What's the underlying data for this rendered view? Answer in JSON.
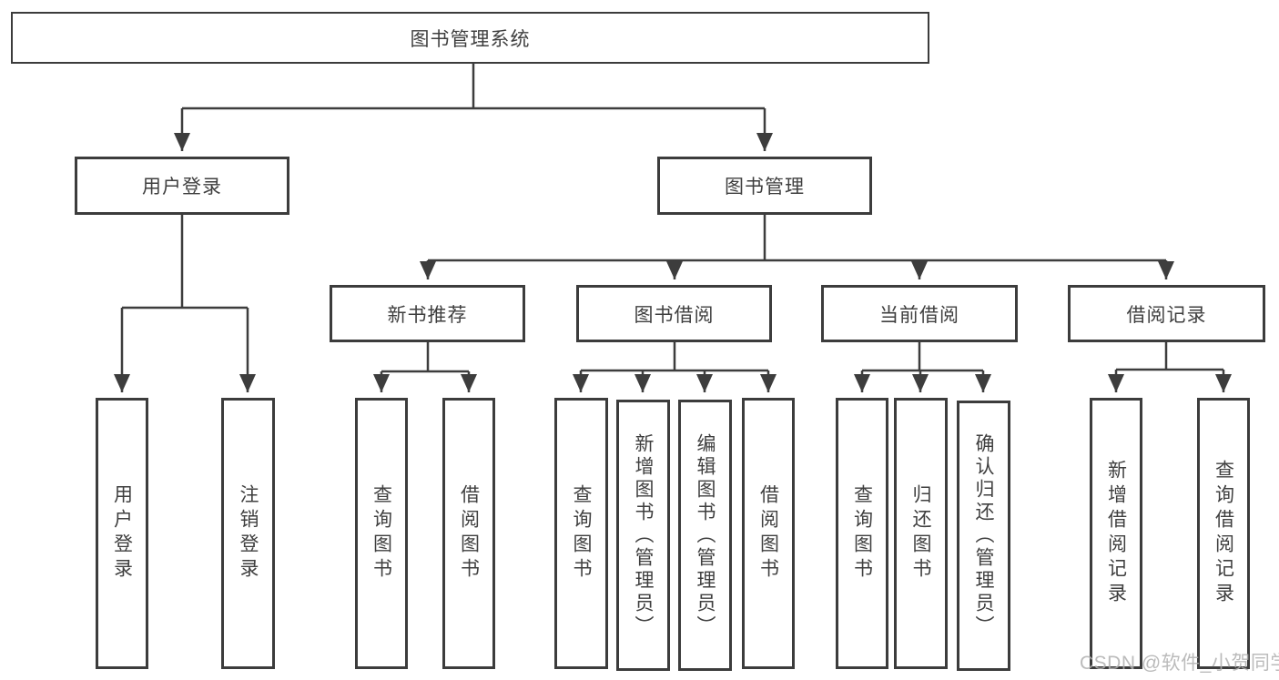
{
  "tree": {
    "root": {
      "label": "图书管理系统"
    },
    "l2": [
      {
        "label": "用户登录"
      },
      {
        "label": "图书管理"
      }
    ],
    "login_children": [
      {
        "label": "用户登录"
      },
      {
        "label": "注销登录"
      }
    ],
    "l3": [
      {
        "label": "新书推荐",
        "children": [
          {
            "label": "查询图书"
          },
          {
            "label": "借阅图书"
          }
        ]
      },
      {
        "label": "图书借阅",
        "children": [
          {
            "label": "查询图书"
          },
          {
            "label": "新增图书（管理员）"
          },
          {
            "label": "编辑图书（管理员）"
          },
          {
            "label": "借阅图书"
          }
        ]
      },
      {
        "label": "当前借阅",
        "children": [
          {
            "label": "查询图书"
          },
          {
            "label": "归还图书"
          },
          {
            "label": "确认归还（管理员）"
          }
        ]
      },
      {
        "label": "借阅记录",
        "children": [
          {
            "label": "新增借阅记录"
          },
          {
            "label": "查询借阅记录"
          }
        ]
      }
    ],
    "colors": {
      "line": "#3d3d3d",
      "text": "#3f3f3f",
      "watermark": "#afafaf",
      "background": "#ffffff"
    }
  },
  "watermark": {
    "text": "CSDN @软件_小贺同学"
  }
}
